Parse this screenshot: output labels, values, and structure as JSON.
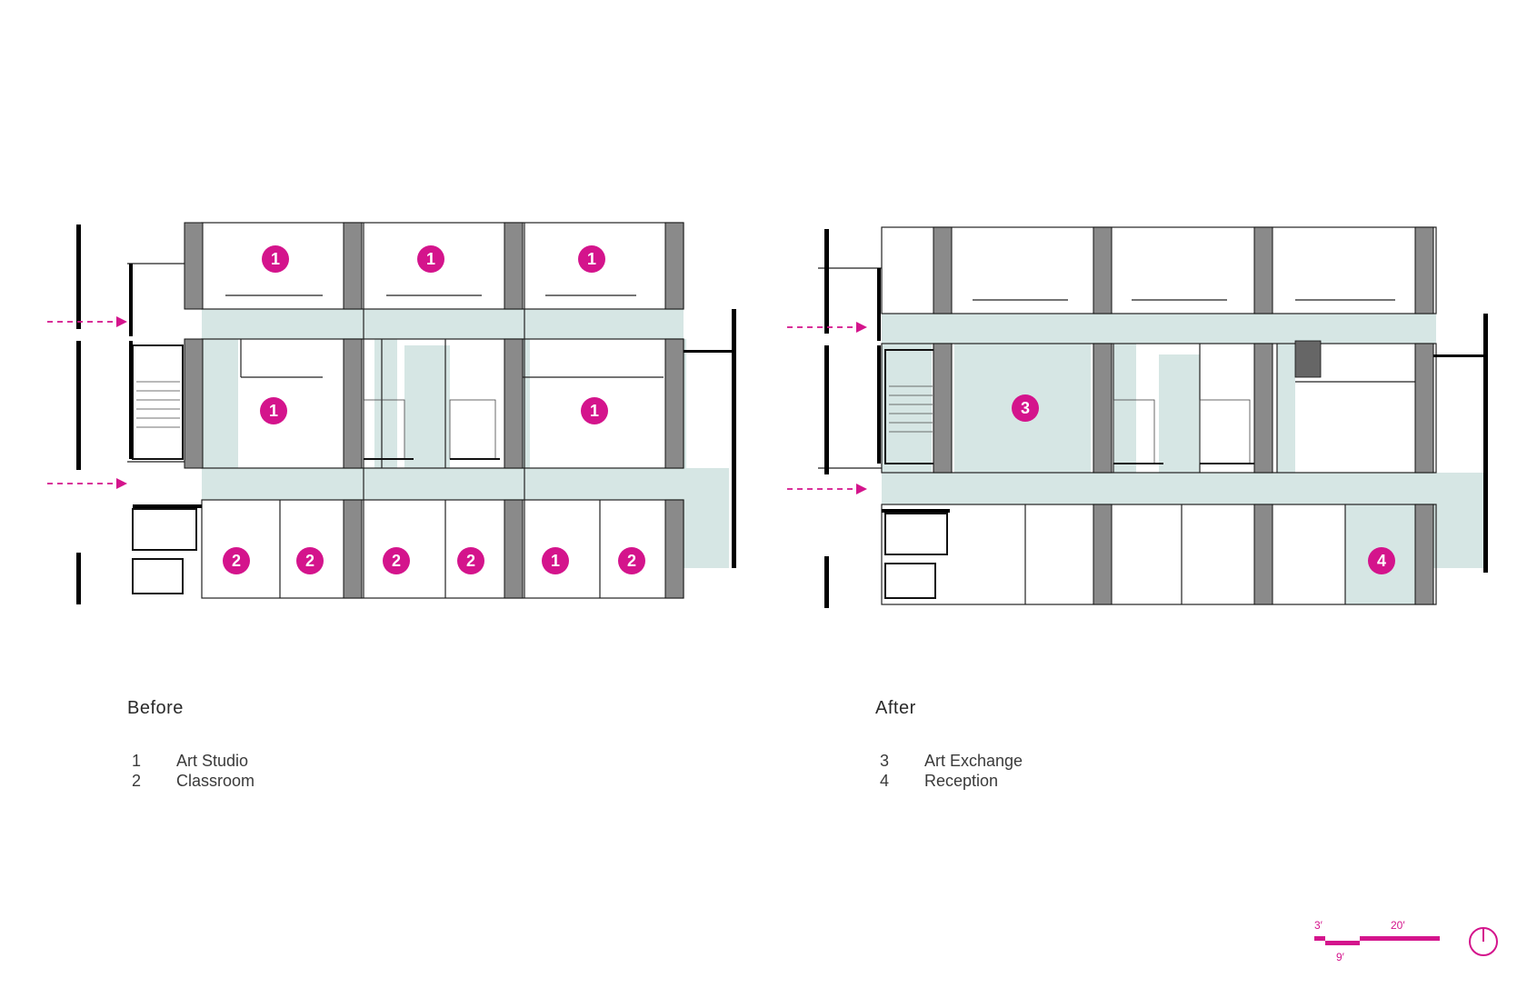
{
  "colors": {
    "accent": "#d4148c",
    "circulation": "#d6e6e4",
    "column": "#8a8a8a",
    "wall": "#000000"
  },
  "before": {
    "title": "Before",
    "legend": [
      {
        "num": "1",
        "label": "Art Studio"
      },
      {
        "num": "2",
        "label": "Classroom"
      }
    ],
    "badges": [
      "1",
      "1",
      "1",
      "1",
      "1",
      "2",
      "2",
      "2",
      "2",
      "1",
      "2"
    ]
  },
  "after": {
    "title": "After",
    "legend": [
      {
        "num": "3",
        "label": "Art Exchange"
      },
      {
        "num": "4",
        "label": "Reception"
      }
    ],
    "badges": [
      "3",
      "4"
    ]
  },
  "scale_bar": {
    "labels": [
      "3′",
      "9′",
      "20′"
    ]
  },
  "icons": {
    "entry_arrow": "entry-arrow-icon",
    "north": "north-arrow-icon"
  }
}
